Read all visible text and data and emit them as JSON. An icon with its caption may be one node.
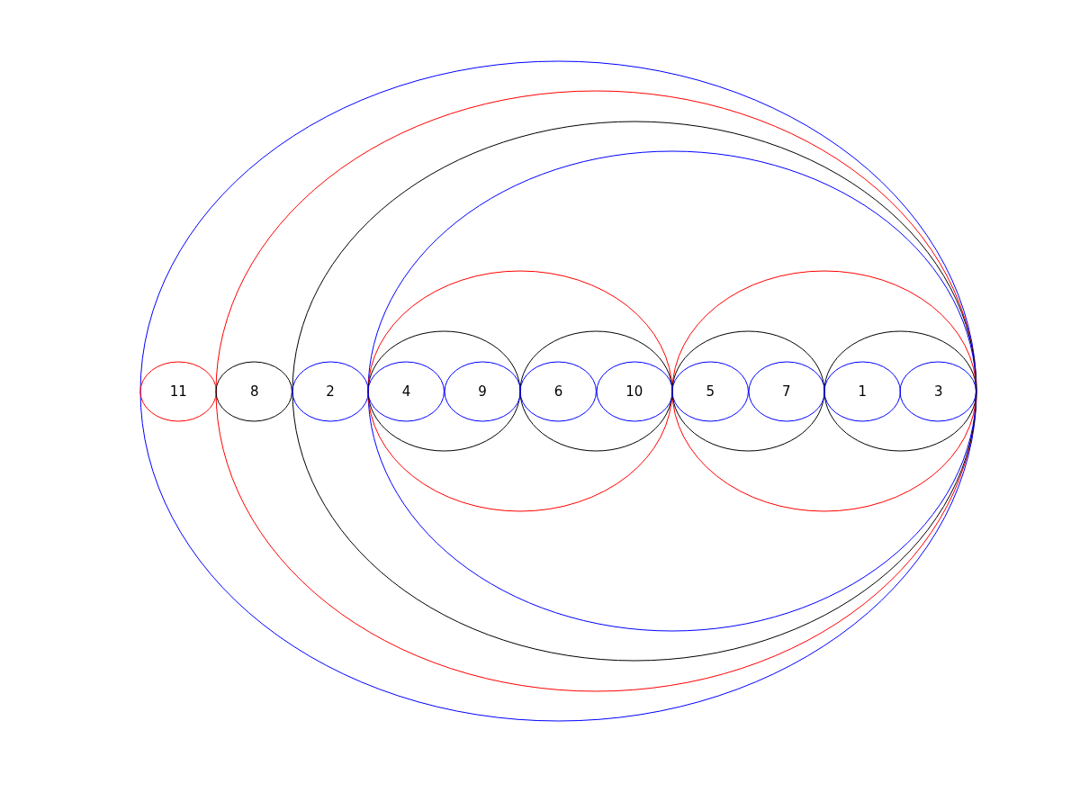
{
  "diagram": {
    "nodes": [
      {
        "text": [],
        "shape": "ellipse"
      },
      {
        "text": [
          "11"
        ],
        "in": 0
      },
      {
        "text": [],
        "shape": "ellipse",
        "in": 0
      },
      {
        "text": [
          "8"
        ],
        "in": 2
      },
      {
        "text": [],
        "shape": "ellipse",
        "in": 2
      },
      {
        "text": [
          "2"
        ],
        "in": 4
      },
      {
        "text": [],
        "shape": "ellipse",
        "in": 4
      },
      {
        "text": [],
        "shape": "ellipse",
        "in": 6
      },
      {
        "text": [],
        "shape": "ellipse",
        "in": 7
      },
      {
        "text": [
          "4"
        ],
        "in": 8
      },
      {
        "text": [
          "9"
        ],
        "in": 8
      },
      {
        "text": [],
        "shape": "ellipse",
        "in": 7
      },
      {
        "text": [
          "6"
        ],
        "in": 11
      },
      {
        "text": [
          "10"
        ],
        "in": 11
      },
      {
        "text": [],
        "shape": "ellipse",
        "in": 6
      },
      {
        "text": [],
        "shape": "ellipse",
        "in": 14
      },
      {
        "text": [
          "5"
        ],
        "in": 15
      },
      {
        "text": [
          "7"
        ],
        "in": 15
      },
      {
        "text": [],
        "shape": "ellipse",
        "in": 14
      },
      {
        "text": [
          "1"
        ],
        "in": 18
      },
      {
        "text": [
          "3"
        ],
        "in": 18
      }
    ]
  }
}
